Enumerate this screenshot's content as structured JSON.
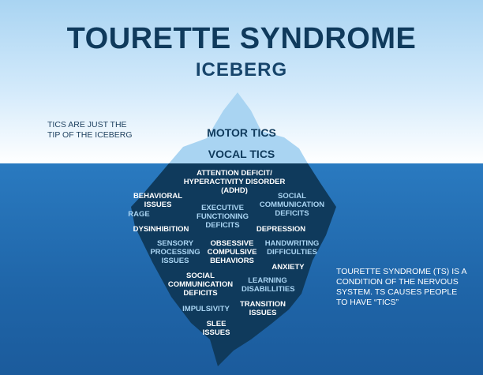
{
  "title": "TOURETTE SYNDROME",
  "subtitle": "ICEBERG",
  "left_note": "TICS ARE JUST THE TIP OF THE ICEBERG",
  "right_note": "TOURETTE SYNDROME (TS) IS A CONDITION OF THE NERVOUS SYSTEM. TS CAUSES PEOPLE TO HAVE “TICS”",
  "tip_items": {
    "motor": "MOTOR TICS",
    "vocal": "VOCAL TICS"
  },
  "hidden_items": {
    "attention": "ATTENTION DEFICIT/ HYPERACTIVITY DISORDER (ADHD)",
    "behavioral": "BEHAVIORAL ISSUES",
    "social_top": "SOCIAL COMMUNICATION DEFICITS",
    "rage": "RAGE",
    "executive": "EXECUTIVE FUNCTIONING DEFICITS",
    "dysinhibition": "DYSINHIBITION",
    "depression": "DEPRESSION",
    "sensory": "SENSORY PROCESSING ISSUES",
    "ocd": "OBSESSIVE COMPULSIVE BEHAVIORS",
    "handwriting": "HANDWRITING DIFFICULTIES",
    "anxiety": "ANXIETY",
    "social_bottom": "SOCIAL COMMUNICATION DEFICITS",
    "learning": "LEARNING DISABILLITIES",
    "impulsivity": "IMPULSIVITY",
    "transition": "TRANSITION ISSUES",
    "sleep": "SLEE ISSUES"
  },
  "colors": {
    "sky": "#a9d4f2",
    "sea": "#2a7ac0",
    "iceberg_tip": "#a9d4f2",
    "iceberg_body": "#0f3a5c",
    "title": "#0f3a5c"
  }
}
